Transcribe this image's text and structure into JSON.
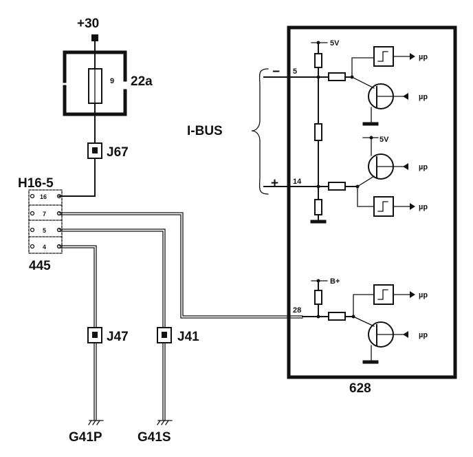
{
  "supply": {
    "label": "+30"
  },
  "fuse": {
    "number": "9",
    "id": "22a"
  },
  "connectors": {
    "j67": "J67",
    "j47": "J47",
    "j41": "J41"
  },
  "plug": {
    "id": "H16-5",
    "pins": [
      "16",
      "7",
      "5",
      "4"
    ],
    "part": "445"
  },
  "bus": {
    "label": "I-BUS",
    "minus": "−",
    "plus": "+"
  },
  "module": {
    "id": "628",
    "pins": {
      "p5": "5",
      "p14": "14",
      "p28": "28"
    },
    "supply_5v_1": "5V",
    "supply_5v_2": "5V",
    "supply_bplus": "B+",
    "mu_label": "µp"
  },
  "grounds": {
    "g41p": "G41P",
    "g41s": "G41S"
  }
}
